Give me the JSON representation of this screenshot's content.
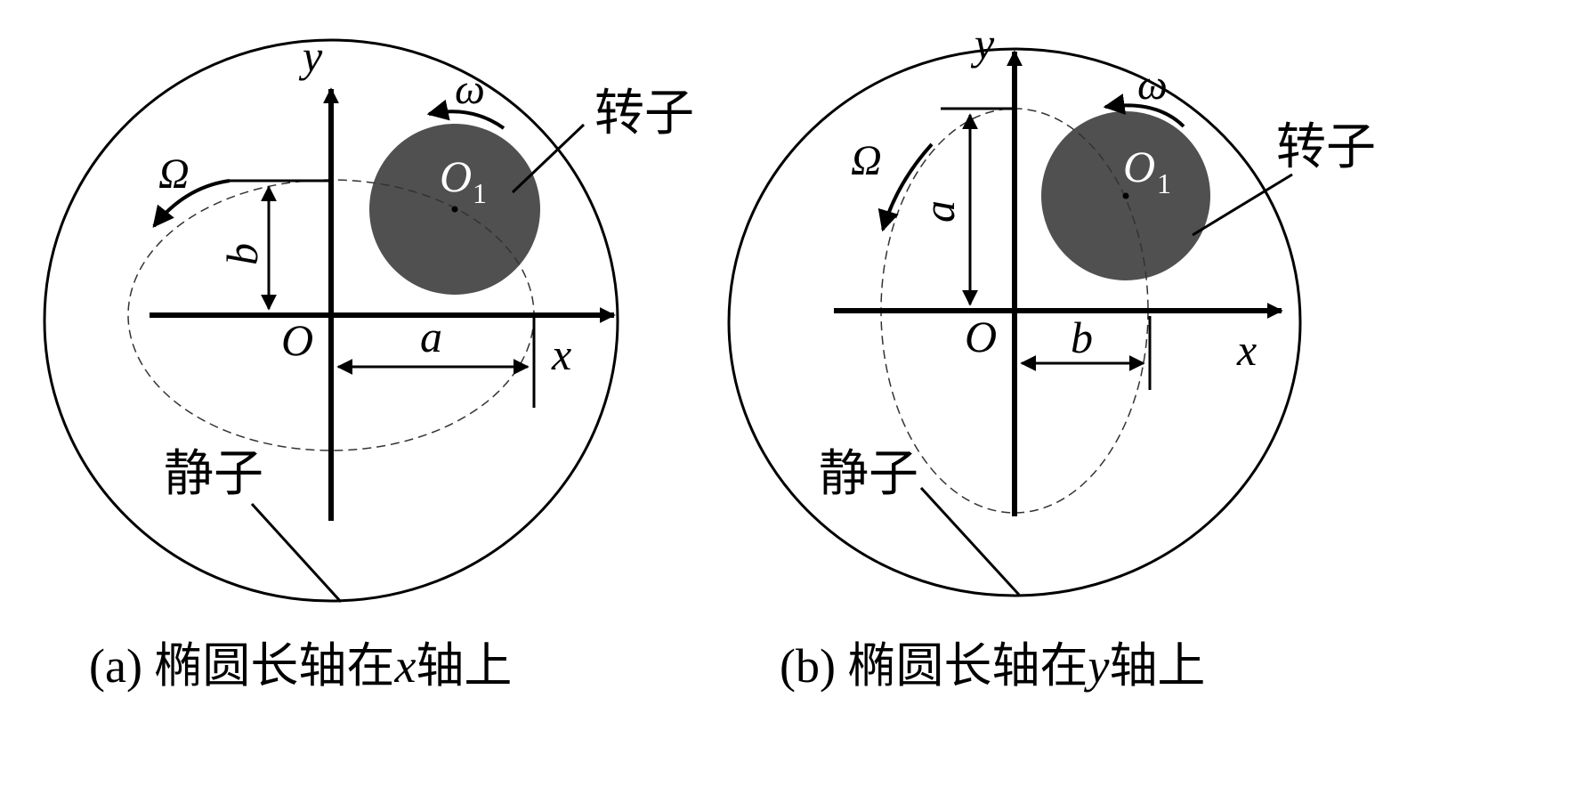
{
  "panels": [
    {
      "caption": {
        "prefix": "(a) 椭圆长轴在",
        "axis": "x",
        "suffix": "轴上"
      },
      "labels": {
        "y_axis": "y",
        "x_axis": "x",
        "origin": "O",
        "rotor_center": "O",
        "rotor_center_sub": "1",
        "major": "a",
        "minor": "b",
        "omega_small": "ω",
        "omega_big": "Ω",
        "rotor": "转子",
        "stator": "静子"
      }
    },
    {
      "caption": {
        "prefix": "(b) 椭圆长轴在",
        "axis": "y",
        "suffix": "轴上"
      },
      "labels": {
        "y_axis": "y",
        "x_axis": "x",
        "origin": "O",
        "rotor_center": "O",
        "rotor_center_sub": "1",
        "major": "a",
        "minor": "b",
        "omega_small": "ω",
        "omega_big": "Ω",
        "rotor": "转子",
        "stator": "静子"
      }
    }
  ],
  "colors": {
    "rotor_fill": "#505050",
    "line": "#000000",
    "background": "#ffffff"
  }
}
